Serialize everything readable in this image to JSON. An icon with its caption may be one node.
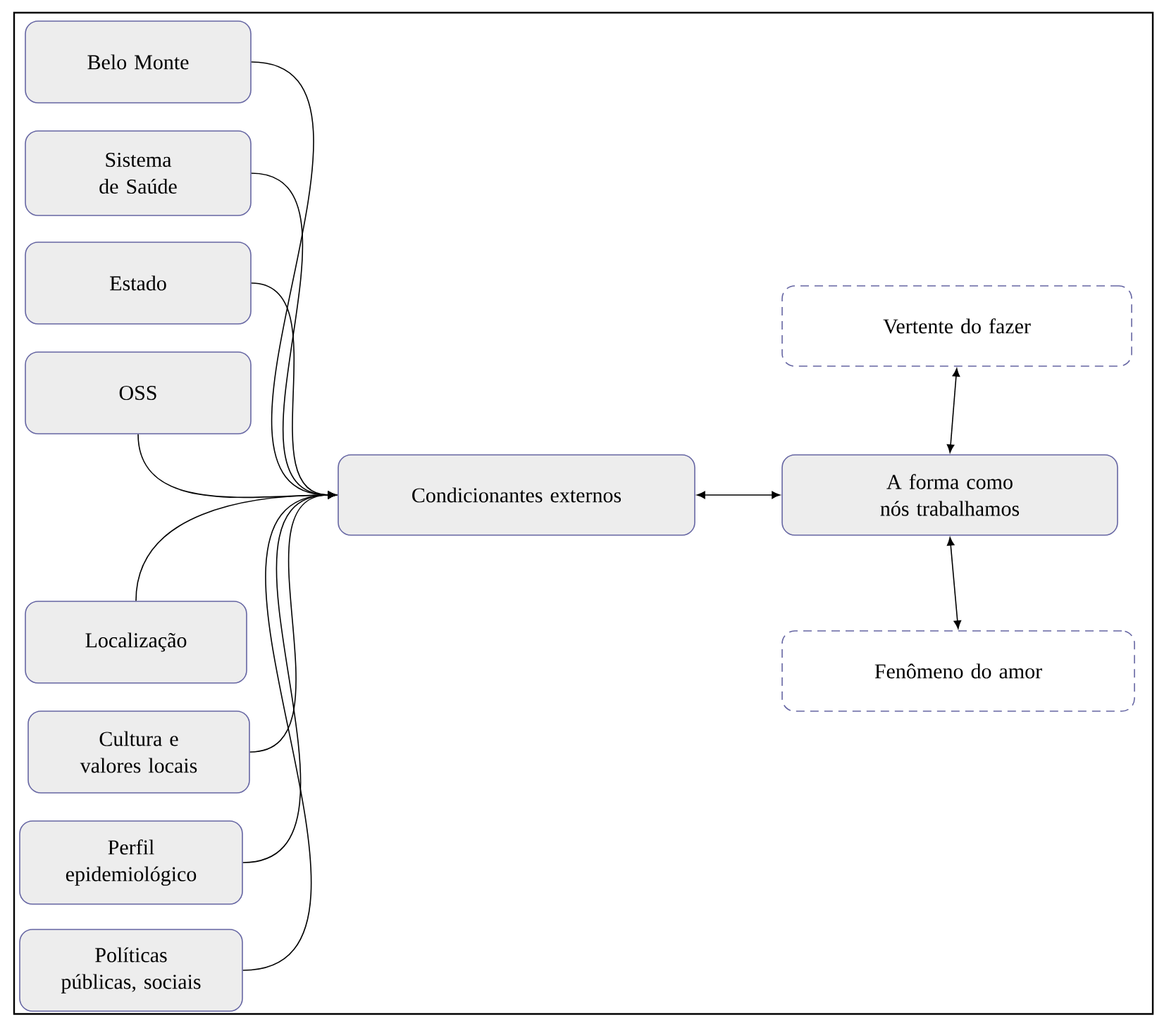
{
  "diagram": {
    "nodes": [
      {
        "text": [
          "Belo Monte"
        ]
      },
      {
        "text": [
          "Sistema de Saúde"
        ]
      },
      {
        "text": [
          "Estado"
        ]
      },
      {
        "text": [
          "OSS"
        ]
      },
      {
        "text": [
          "Localização"
        ]
      },
      {
        "text": [
          "Cultura e valores locais"
        ]
      },
      {
        "text": [
          "Perfil epidemiológico"
        ]
      },
      {
        "text": [
          "Políticas públicas, sociais"
        ]
      },
      {
        "text": [
          "Condicionantes externos"
        ]
      },
      {
        "text": [
          "A forma como nós trabalhamos"
        ]
      },
      {
        "text": [
          "Vertente do fazer"
        ]
      },
      {
        "text": [
          "Fenômeno do amor"
        ]
      }
    ],
    "edges": [
      {
        "from": 0,
        "to": 8,
        "arrow": "to"
      },
      {
        "from": 1,
        "to": 8,
        "arrow": "to"
      },
      {
        "from": 2,
        "to": 8,
        "arrow": "to"
      },
      {
        "from": 3,
        "to": 8,
        "arrow": "to"
      },
      {
        "from": 4,
        "to": 8,
        "arrow": "to"
      },
      {
        "from": 5,
        "to": 8,
        "arrow": "to"
      },
      {
        "from": 6,
        "to": 8,
        "arrow": "to"
      },
      {
        "from": 7,
        "to": 8,
        "arrow": "to"
      },
      {
        "from": 8,
        "to": 9,
        "arrow": "both"
      },
      {
        "from": 9,
        "to": 10,
        "arrow": "both"
      },
      {
        "from": 9,
        "to": 11,
        "arrow": "both"
      }
    ]
  }
}
